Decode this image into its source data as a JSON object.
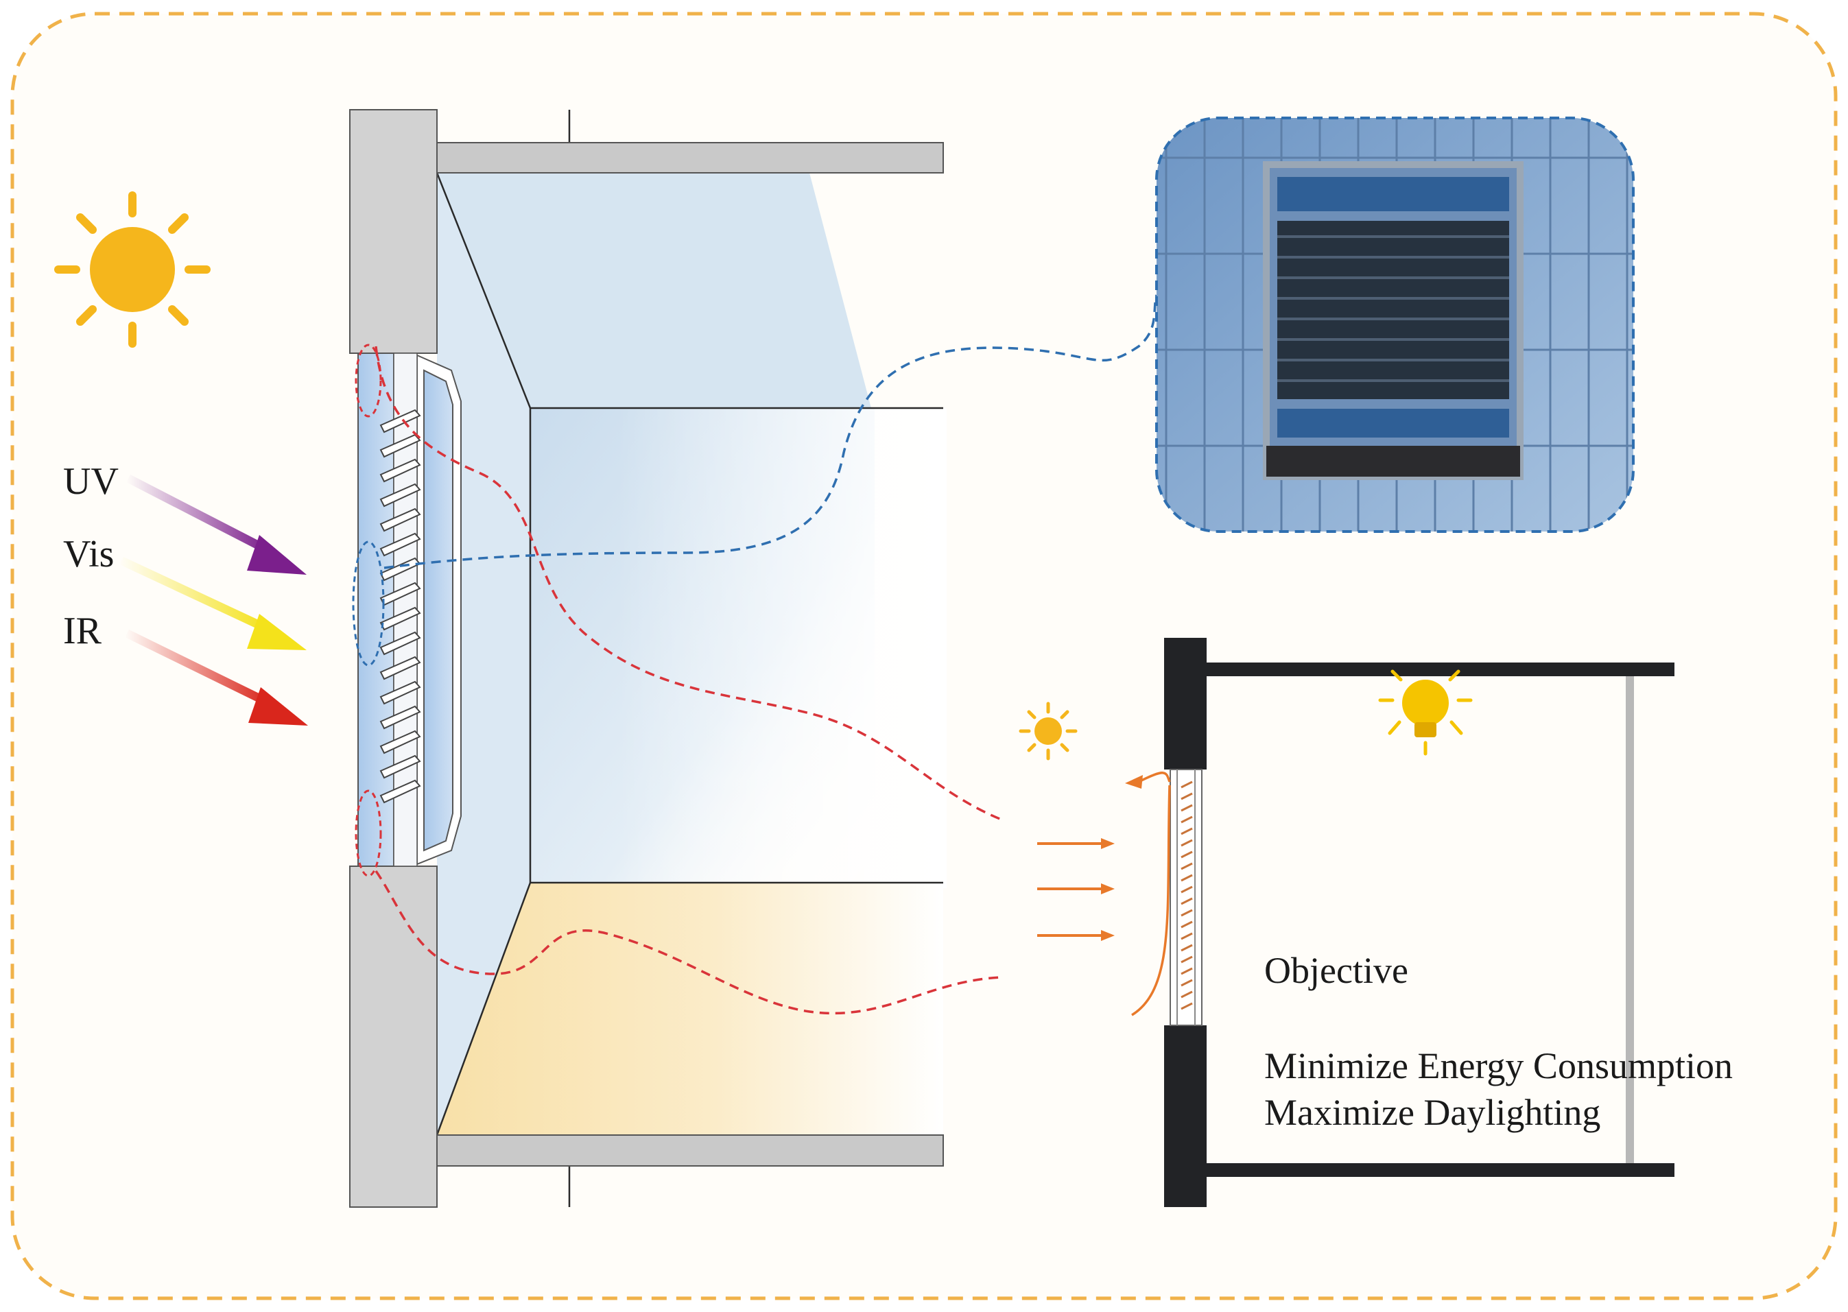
{
  "radiation_labels": {
    "uv": "UV",
    "vis": "Vis",
    "ir": "IR"
  },
  "objective": {
    "heading": "Objective",
    "lines": [
      "Minimize Energy Consumption",
      "Maximize Daylighting"
    ]
  },
  "colors": {
    "frame_border": "#f0b24a",
    "sun": "#f5b61c",
    "uv_arrow": "#7b1f8c",
    "vis_arrow": "#f4e21b",
    "ir_arrow": "#d9261c",
    "red_dashed": "#d9343a",
    "blue_dashed": "#2f6fb0",
    "wall_gray": "#d2d2d2",
    "dark_wall": "#222326",
    "airflow": "#e8792a",
    "bulb": "#f5c400"
  },
  "icons": [
    "sun-icon",
    "small-sun-icon",
    "light-bulb-icon",
    "airflow-arrow-icon",
    "louver-icon",
    "building-photo"
  ]
}
